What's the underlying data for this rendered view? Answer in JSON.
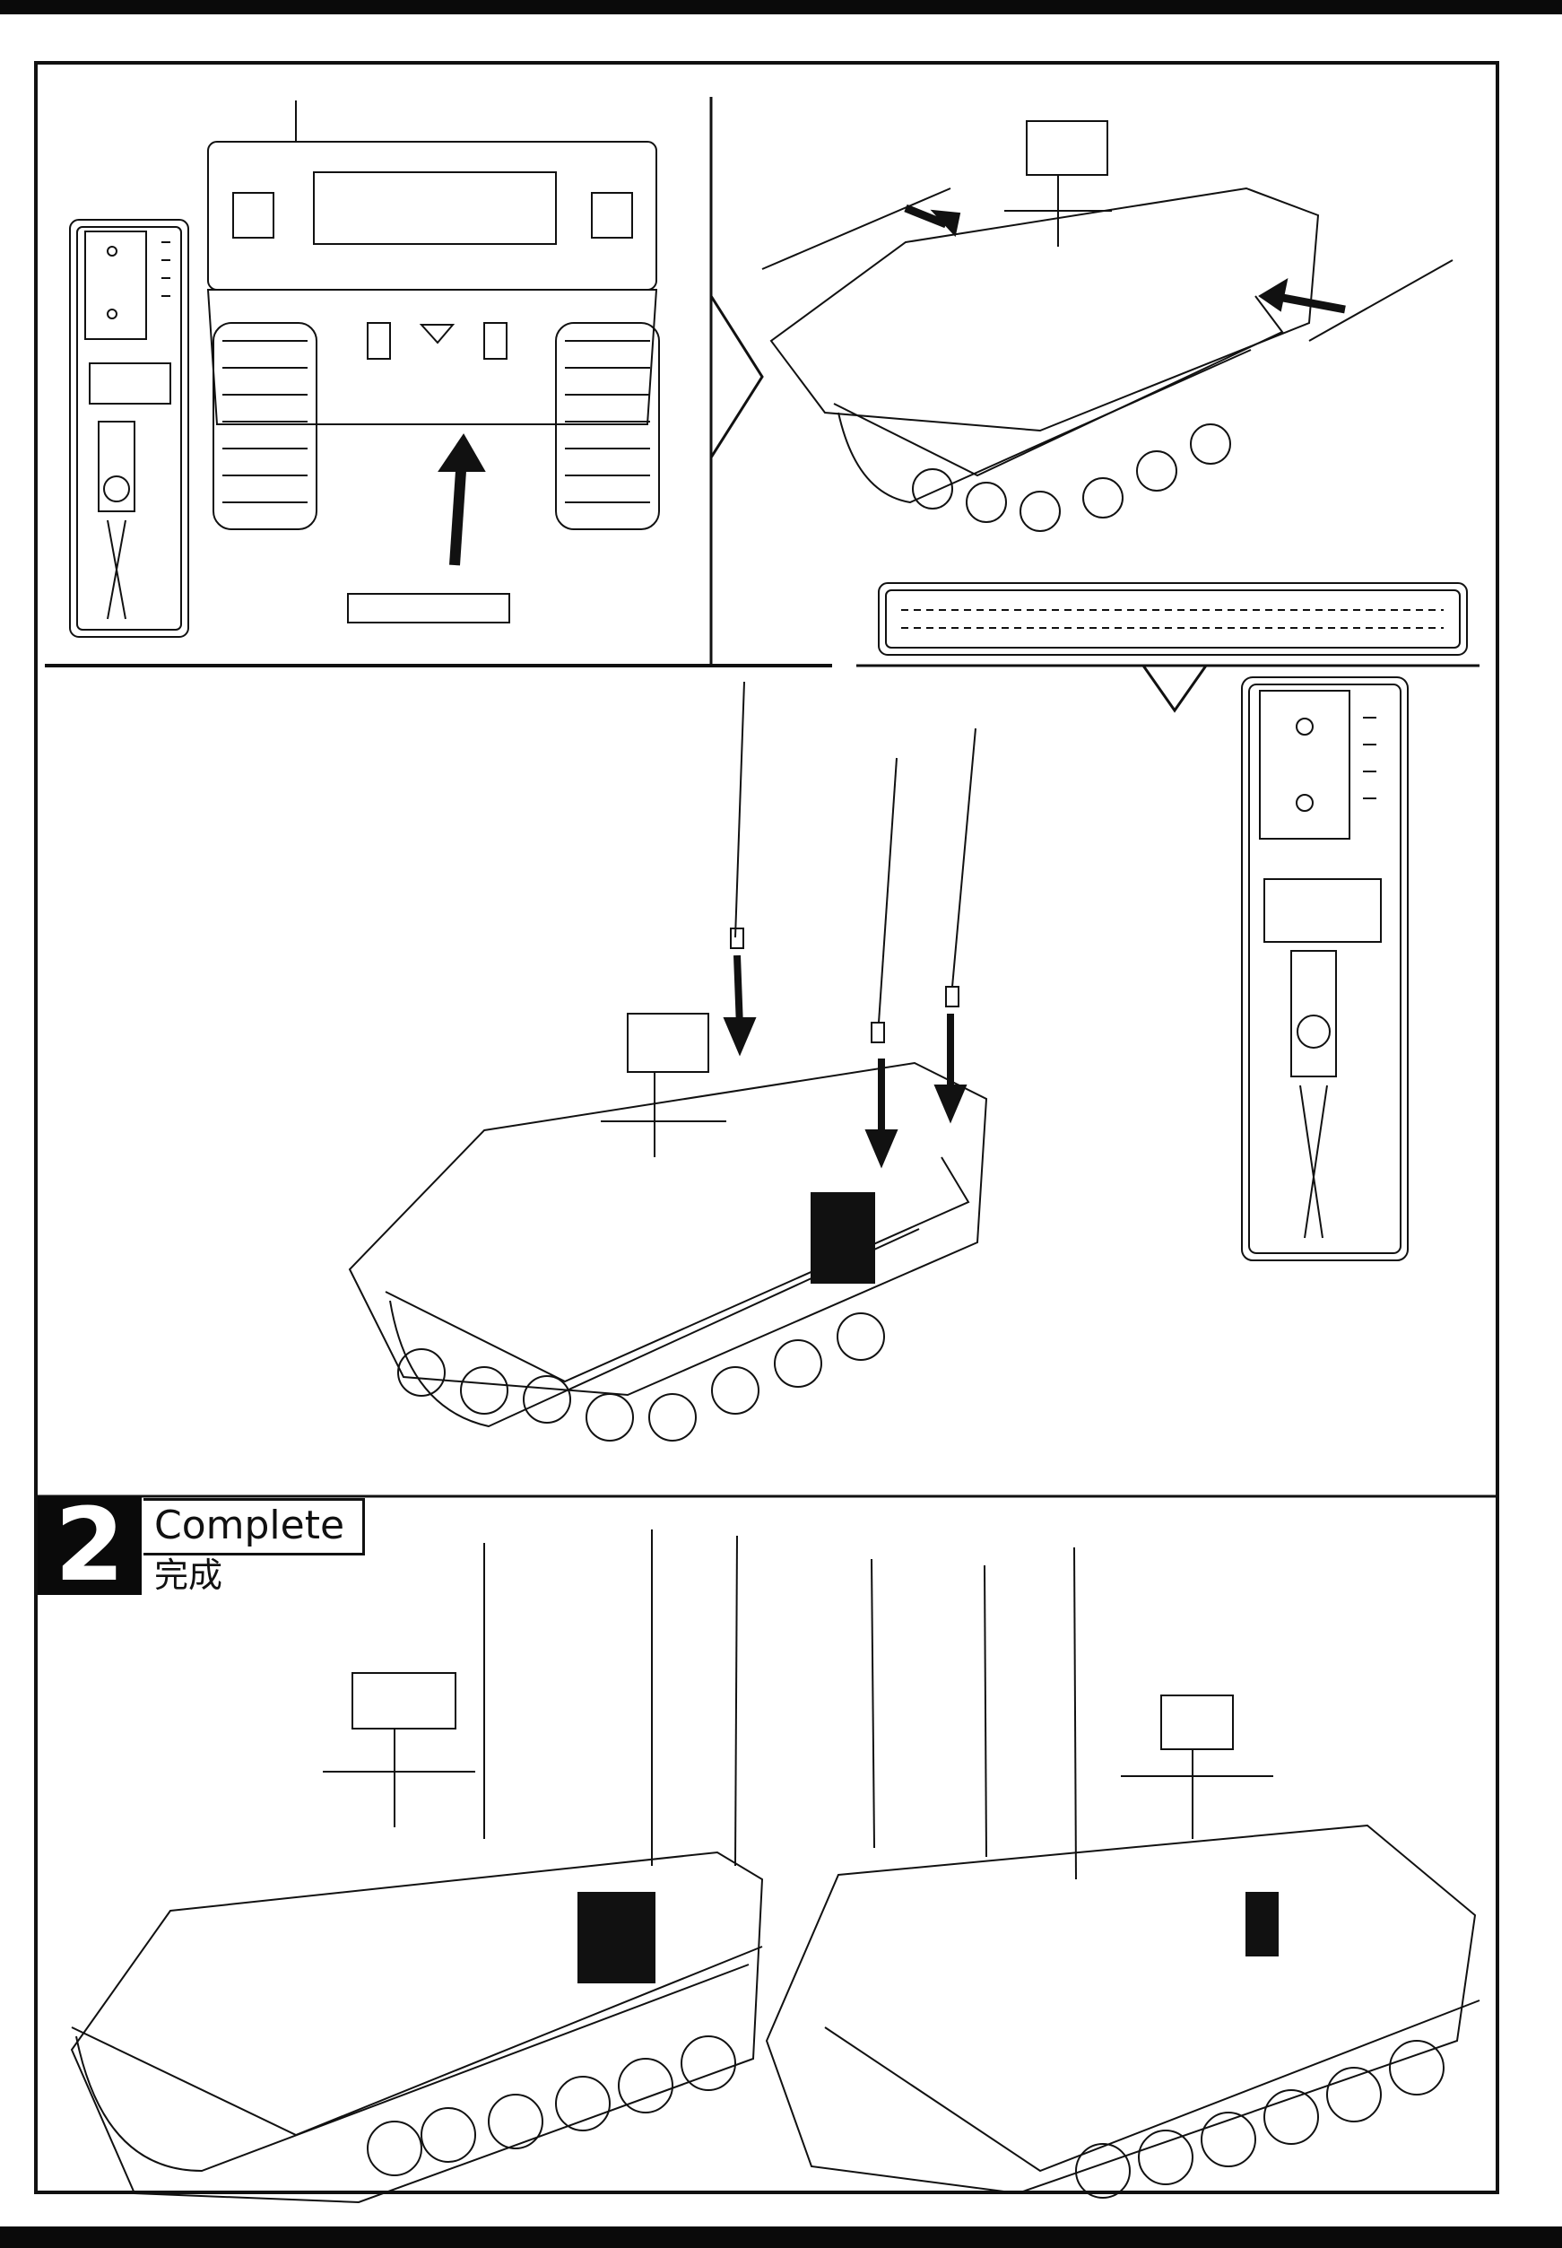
{
  "step": {
    "number": "2",
    "title": "Complete",
    "subtitle": "完成"
  }
}
